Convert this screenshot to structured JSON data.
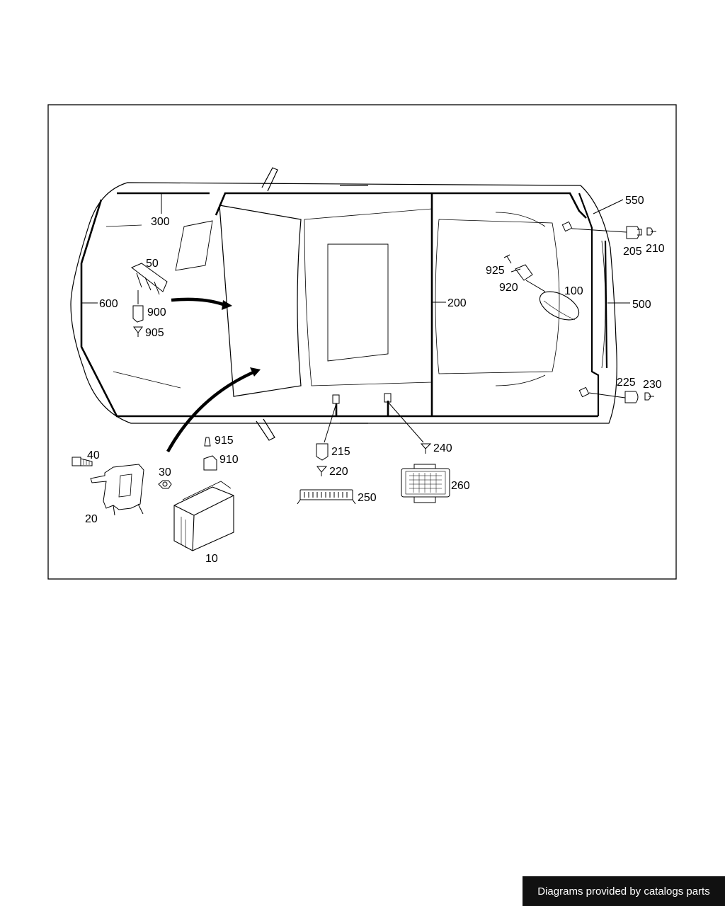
{
  "labels": {
    "l10": "10",
    "l20": "20",
    "l30": "30",
    "l40": "40",
    "l50": "50",
    "l100": "100",
    "l200": "200",
    "l205": "205",
    "l210": "210",
    "l215": "215",
    "l220": "220",
    "l225": "225",
    "l230": "230",
    "l240": "240",
    "l250": "250",
    "l260": "260",
    "l300": "300",
    "l500": "500",
    "l550": "550",
    "l600": "600",
    "l900": "900",
    "l905": "905",
    "l910": "910",
    "l915": "915",
    "l920": "920",
    "l925": "925"
  },
  "footer": {
    "text": "Diagrams provided by catalogs parts"
  },
  "colors": {
    "ink": "#000000",
    "background": "#ffffff",
    "footer_bg": "#111111",
    "footer_text": "#ffffff"
  }
}
